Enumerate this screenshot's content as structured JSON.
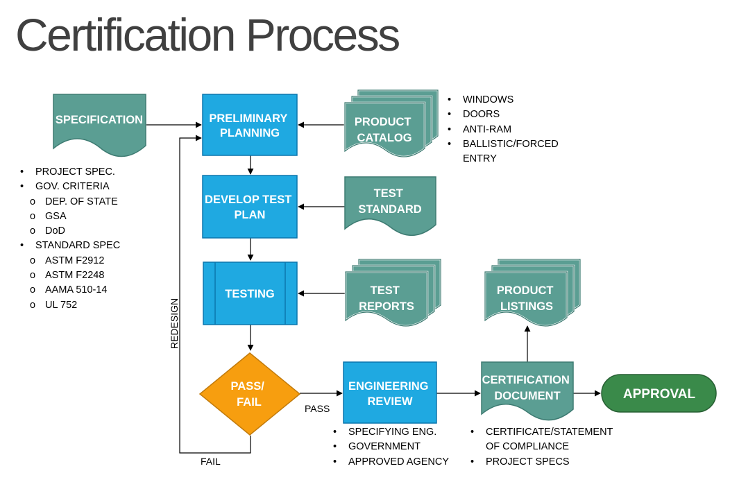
{
  "title": "Certification Process",
  "colors": {
    "blue_process": "#1fa9e1",
    "blue_border": "#0b76ad",
    "teal_doc": "#5b9e93",
    "teal_border": "#3e7b72",
    "orange_decision": "#f79e0f",
    "orange_border": "#c27b0c",
    "green_terminal": "#3a8a4a",
    "green_border": "#275f33"
  },
  "nodes": {
    "specification": {
      "lines": [
        "SPECIFICATION"
      ]
    },
    "preliminary_planning": {
      "lines": [
        "PRELIMINARY",
        "PLANNING"
      ]
    },
    "product_catalog": {
      "lines": [
        "PRODUCT",
        "CATALOG"
      ]
    },
    "develop_test_plan": {
      "lines": [
        "DEVELOP TEST",
        "PLAN"
      ]
    },
    "test_standard": {
      "lines": [
        "TEST",
        "STANDARD"
      ]
    },
    "testing": {
      "lines": [
        "TESTING"
      ]
    },
    "test_reports": {
      "lines": [
        "TEST",
        "REPORTS"
      ]
    },
    "pass_fail": {
      "lines": [
        "PASS/",
        "FAIL"
      ]
    },
    "engineering_review": {
      "lines": [
        "ENGINEERING",
        "REVIEW"
      ]
    },
    "certification_document": {
      "lines": [
        "CERTIFICATION",
        "DOCUMENT"
      ]
    },
    "product_listings": {
      "lines": [
        "PRODUCT",
        "LISTINGS"
      ]
    },
    "approval": {
      "lines": [
        "APPROVAL"
      ]
    }
  },
  "edge_labels": {
    "pass": "PASS",
    "fail": "FAIL",
    "redesign": "REDESIGN"
  },
  "lists": {
    "specification_notes": [
      {
        "marker": "•",
        "level": 1,
        "text": "PROJECT SPEC."
      },
      {
        "marker": "•",
        "level": 1,
        "text": "GOV. CRITERIA"
      },
      {
        "marker": "o",
        "level": 2,
        "text": "DEP. OF STATE"
      },
      {
        "marker": "o",
        "level": 2,
        "text": "GSA"
      },
      {
        "marker": "o",
        "level": 2,
        "text": "DoD"
      },
      {
        "marker": "•",
        "level": 1,
        "text": "STANDARD SPEC"
      },
      {
        "marker": "o",
        "level": 2,
        "text": "ASTM F2912"
      },
      {
        "marker": "o",
        "level": 2,
        "text": "ASTM F2248"
      },
      {
        "marker": "o",
        "level": 2,
        "text": "AAMA 510-14"
      },
      {
        "marker": "o",
        "level": 2,
        "text": "UL 752"
      }
    ],
    "catalog_items": [
      {
        "marker": "•",
        "level": 1,
        "text": "WINDOWS"
      },
      {
        "marker": "•",
        "level": 1,
        "text": "DOORS"
      },
      {
        "marker": "•",
        "level": 1,
        "text": "ANTI-RAM"
      },
      {
        "marker": "•",
        "level": 1,
        "text": "BALLISTIC/FORCED"
      },
      {
        "marker": "",
        "level": 0,
        "text": "ENTRY"
      }
    ],
    "review_parties": [
      {
        "marker": "•",
        "level": 1,
        "text": "SPECIFYING ENG."
      },
      {
        "marker": "•",
        "level": 1,
        "text": "GOVERNMENT"
      },
      {
        "marker": "•",
        "level": 1,
        "text": "APPROVED AGENCY"
      }
    ],
    "certification_items": [
      {
        "marker": "•",
        "level": 1,
        "text": "CERTIFICATE/STATEMENT"
      },
      {
        "marker": "",
        "level": 0,
        "text": "OF COMPLIANCE"
      },
      {
        "marker": "•",
        "level": 1,
        "text": "PROJECT SPECS"
      }
    ]
  }
}
